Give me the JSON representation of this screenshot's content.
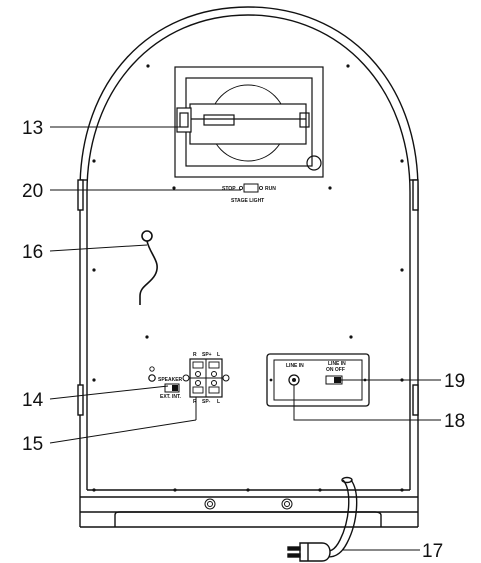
{
  "callouts": {
    "c13": "13",
    "c20": "20",
    "c16": "16",
    "c14": "14",
    "c15": "15",
    "c19": "19",
    "c18": "18",
    "c17": "17"
  },
  "stage_switch": {
    "stop": "STOP",
    "run": "RUN",
    "title": "STAGE LIGHT"
  },
  "speaker_switch": {
    "speaker": "SPEAKER",
    "ext_int": "EXT. INT."
  },
  "terminals": {
    "r_top": "R",
    "sp_plus": "SP+",
    "l_top": "L",
    "r_bottom": "R",
    "sp_minus": "SP-",
    "l_bottom": "L"
  },
  "line_in_panel": {
    "line_in": "LINE IN",
    "line_in_switch": "LINE IN",
    "on_off": "ON  OFF"
  }
}
